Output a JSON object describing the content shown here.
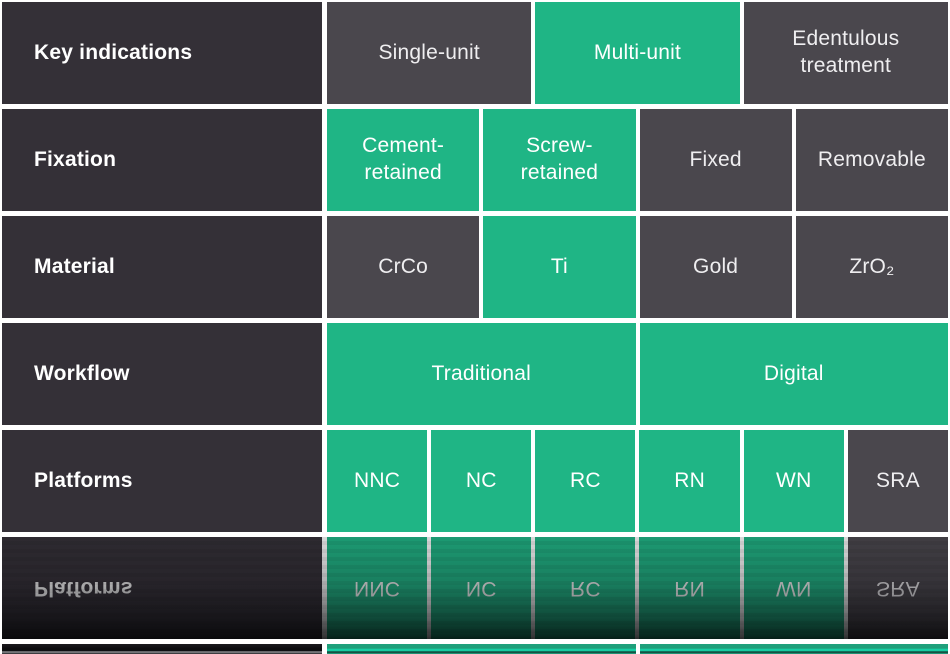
{
  "theme": {
    "selected_green": "#1fb585",
    "unselected_dark": "#4a474d",
    "label_background": "#343037",
    "grid_gap_white": "#ffffff",
    "text_white": "#ffffff"
  },
  "matrix": {
    "rows": [
      {
        "label": "Key indications",
        "cells": [
          {
            "text": "Single-unit",
            "variant": "dark",
            "selected": false
          },
          {
            "text": "Multi-unit",
            "variant": "green",
            "selected": true
          },
          {
            "text": "Edentulous\ntreatment",
            "variant": "dark",
            "selected": false
          }
        ]
      },
      {
        "label": "Fixation",
        "cells": [
          {
            "text": "Cement-\nretained",
            "variant": "green",
            "selected": true
          },
          {
            "text": "Screw-\nretained",
            "variant": "green",
            "selected": true
          },
          {
            "text": "Fixed",
            "variant": "dark",
            "selected": false
          },
          {
            "text": "Removable",
            "variant": "dark",
            "selected": false
          }
        ]
      },
      {
        "label": "Material",
        "cells": [
          {
            "text": "CrCo",
            "variant": "dark",
            "selected": false
          },
          {
            "text": "Ti",
            "variant": "green",
            "selected": true
          },
          {
            "text": "Gold",
            "variant": "dark",
            "selected": false
          },
          {
            "text": "ZrO₂",
            "variant": "dark",
            "selected": false
          }
        ]
      },
      {
        "label": "Workflow",
        "cells": [
          {
            "text": "Traditional",
            "variant": "green",
            "selected": true
          },
          {
            "text": "Digital",
            "variant": "green",
            "selected": true
          }
        ]
      },
      {
        "label": "Platforms",
        "cells": [
          {
            "text": "NNC",
            "variant": "green",
            "selected": true
          },
          {
            "text": "NC",
            "variant": "green",
            "selected": true
          },
          {
            "text": "RC",
            "variant": "green",
            "selected": true
          },
          {
            "text": "RN",
            "variant": "green",
            "selected": true
          },
          {
            "text": "WN",
            "variant": "green",
            "selected": true
          },
          {
            "text": "SRA",
            "variant": "dark",
            "selected": false
          }
        ]
      }
    ]
  }
}
